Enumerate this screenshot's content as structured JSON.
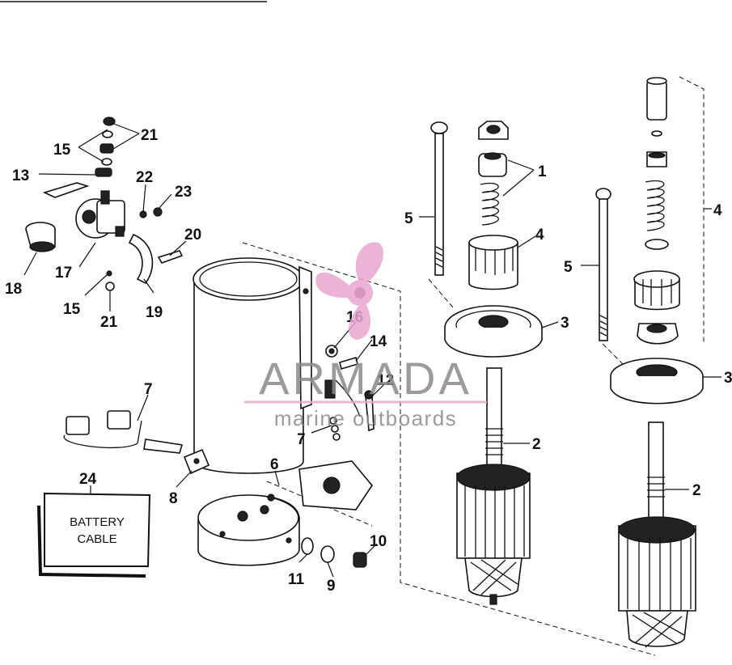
{
  "watermark": {
    "brand": "ARMADA",
    "tagline": "marine outboards",
    "logo_color": "#e9a6cf",
    "text_color": "#8a8a8a"
  },
  "callouts": [
    "1",
    "2",
    "2",
    "3",
    "3",
    "4",
    "4",
    "5",
    "5",
    "6",
    "7",
    "7",
    "8",
    "9",
    "10",
    "11",
    "12",
    "13",
    "14",
    "15",
    "15",
    "16",
    "17",
    "18",
    "19",
    "20",
    "21",
    "21",
    "22",
    "23",
    "24"
  ],
  "battery_box": {
    "line1": "BATTERY",
    "line2": "CABLE"
  }
}
